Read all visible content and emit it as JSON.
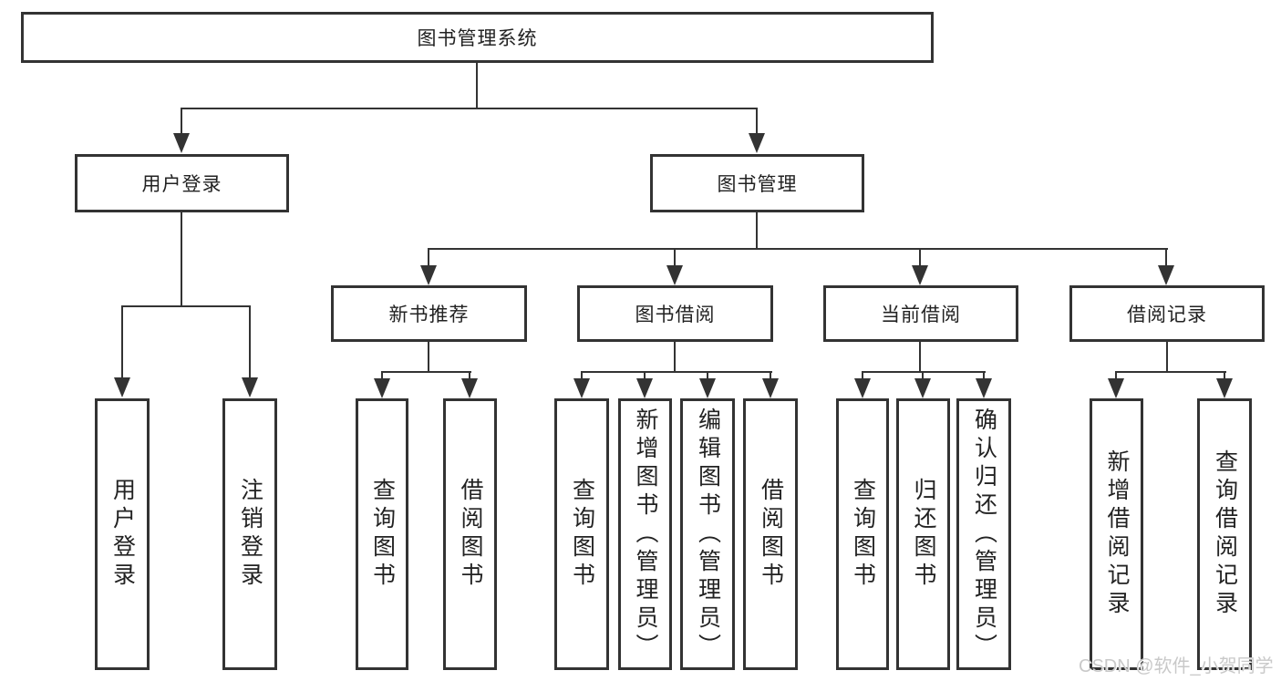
{
  "diagram": {
    "root": {
      "label": "图书管理系统"
    },
    "branches": [
      {
        "label": "用户登录",
        "children": [
          {
            "label": "用户登录"
          },
          {
            "label": "注销登录"
          }
        ]
      },
      {
        "label": "图书管理",
        "children": [
          {
            "label": "新书推荐",
            "children": [
              {
                "label": "查询图书"
              },
              {
                "label": "借阅图书"
              }
            ]
          },
          {
            "label": "图书借阅",
            "children": [
              {
                "label": "查询图书"
              },
              {
                "label": "新增图书（管理员）"
              },
              {
                "label": "编辑图书（管理员）"
              },
              {
                "label": "借阅图书"
              }
            ]
          },
          {
            "label": "当前借阅",
            "children": [
              {
                "label": "查询图书"
              },
              {
                "label": "归还图书"
              },
              {
                "label": "确认归还（管理员）"
              }
            ]
          },
          {
            "label": "借阅记录",
            "children": [
              {
                "label": "新增借阅记录"
              },
              {
                "label": "查询借阅记录"
              }
            ]
          }
        ]
      }
    ],
    "watermark": "CSDN @软件_小贺同学",
    "colors": {
      "line": "#333333",
      "text": "#222222",
      "watermark": "#c9c9c9",
      "background": "#ffffff"
    }
  }
}
